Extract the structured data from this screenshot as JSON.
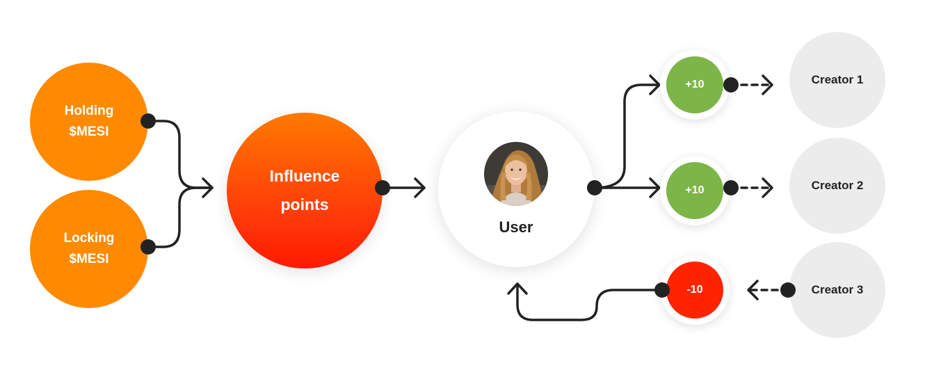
{
  "sources": [
    {
      "line1": "Holding",
      "line2": "$MESI"
    },
    {
      "line1": "Locking",
      "line2": "$MESI"
    }
  ],
  "influence": {
    "line1": "Influence",
    "line2": "points"
  },
  "user": {
    "label": "User"
  },
  "scores": [
    {
      "label": "+10",
      "color": "#7db548"
    },
    {
      "label": "+10",
      "color": "#7db548"
    },
    {
      "label": "-10",
      "color": "#ff2400"
    }
  ],
  "creators": [
    {
      "label": "Creator 1"
    },
    {
      "label": "Creator 2"
    },
    {
      "label": "Creator 3"
    }
  ],
  "colors": {
    "line": "#222222",
    "source": "#ff8a00",
    "creator_bg": "#ececec"
  }
}
